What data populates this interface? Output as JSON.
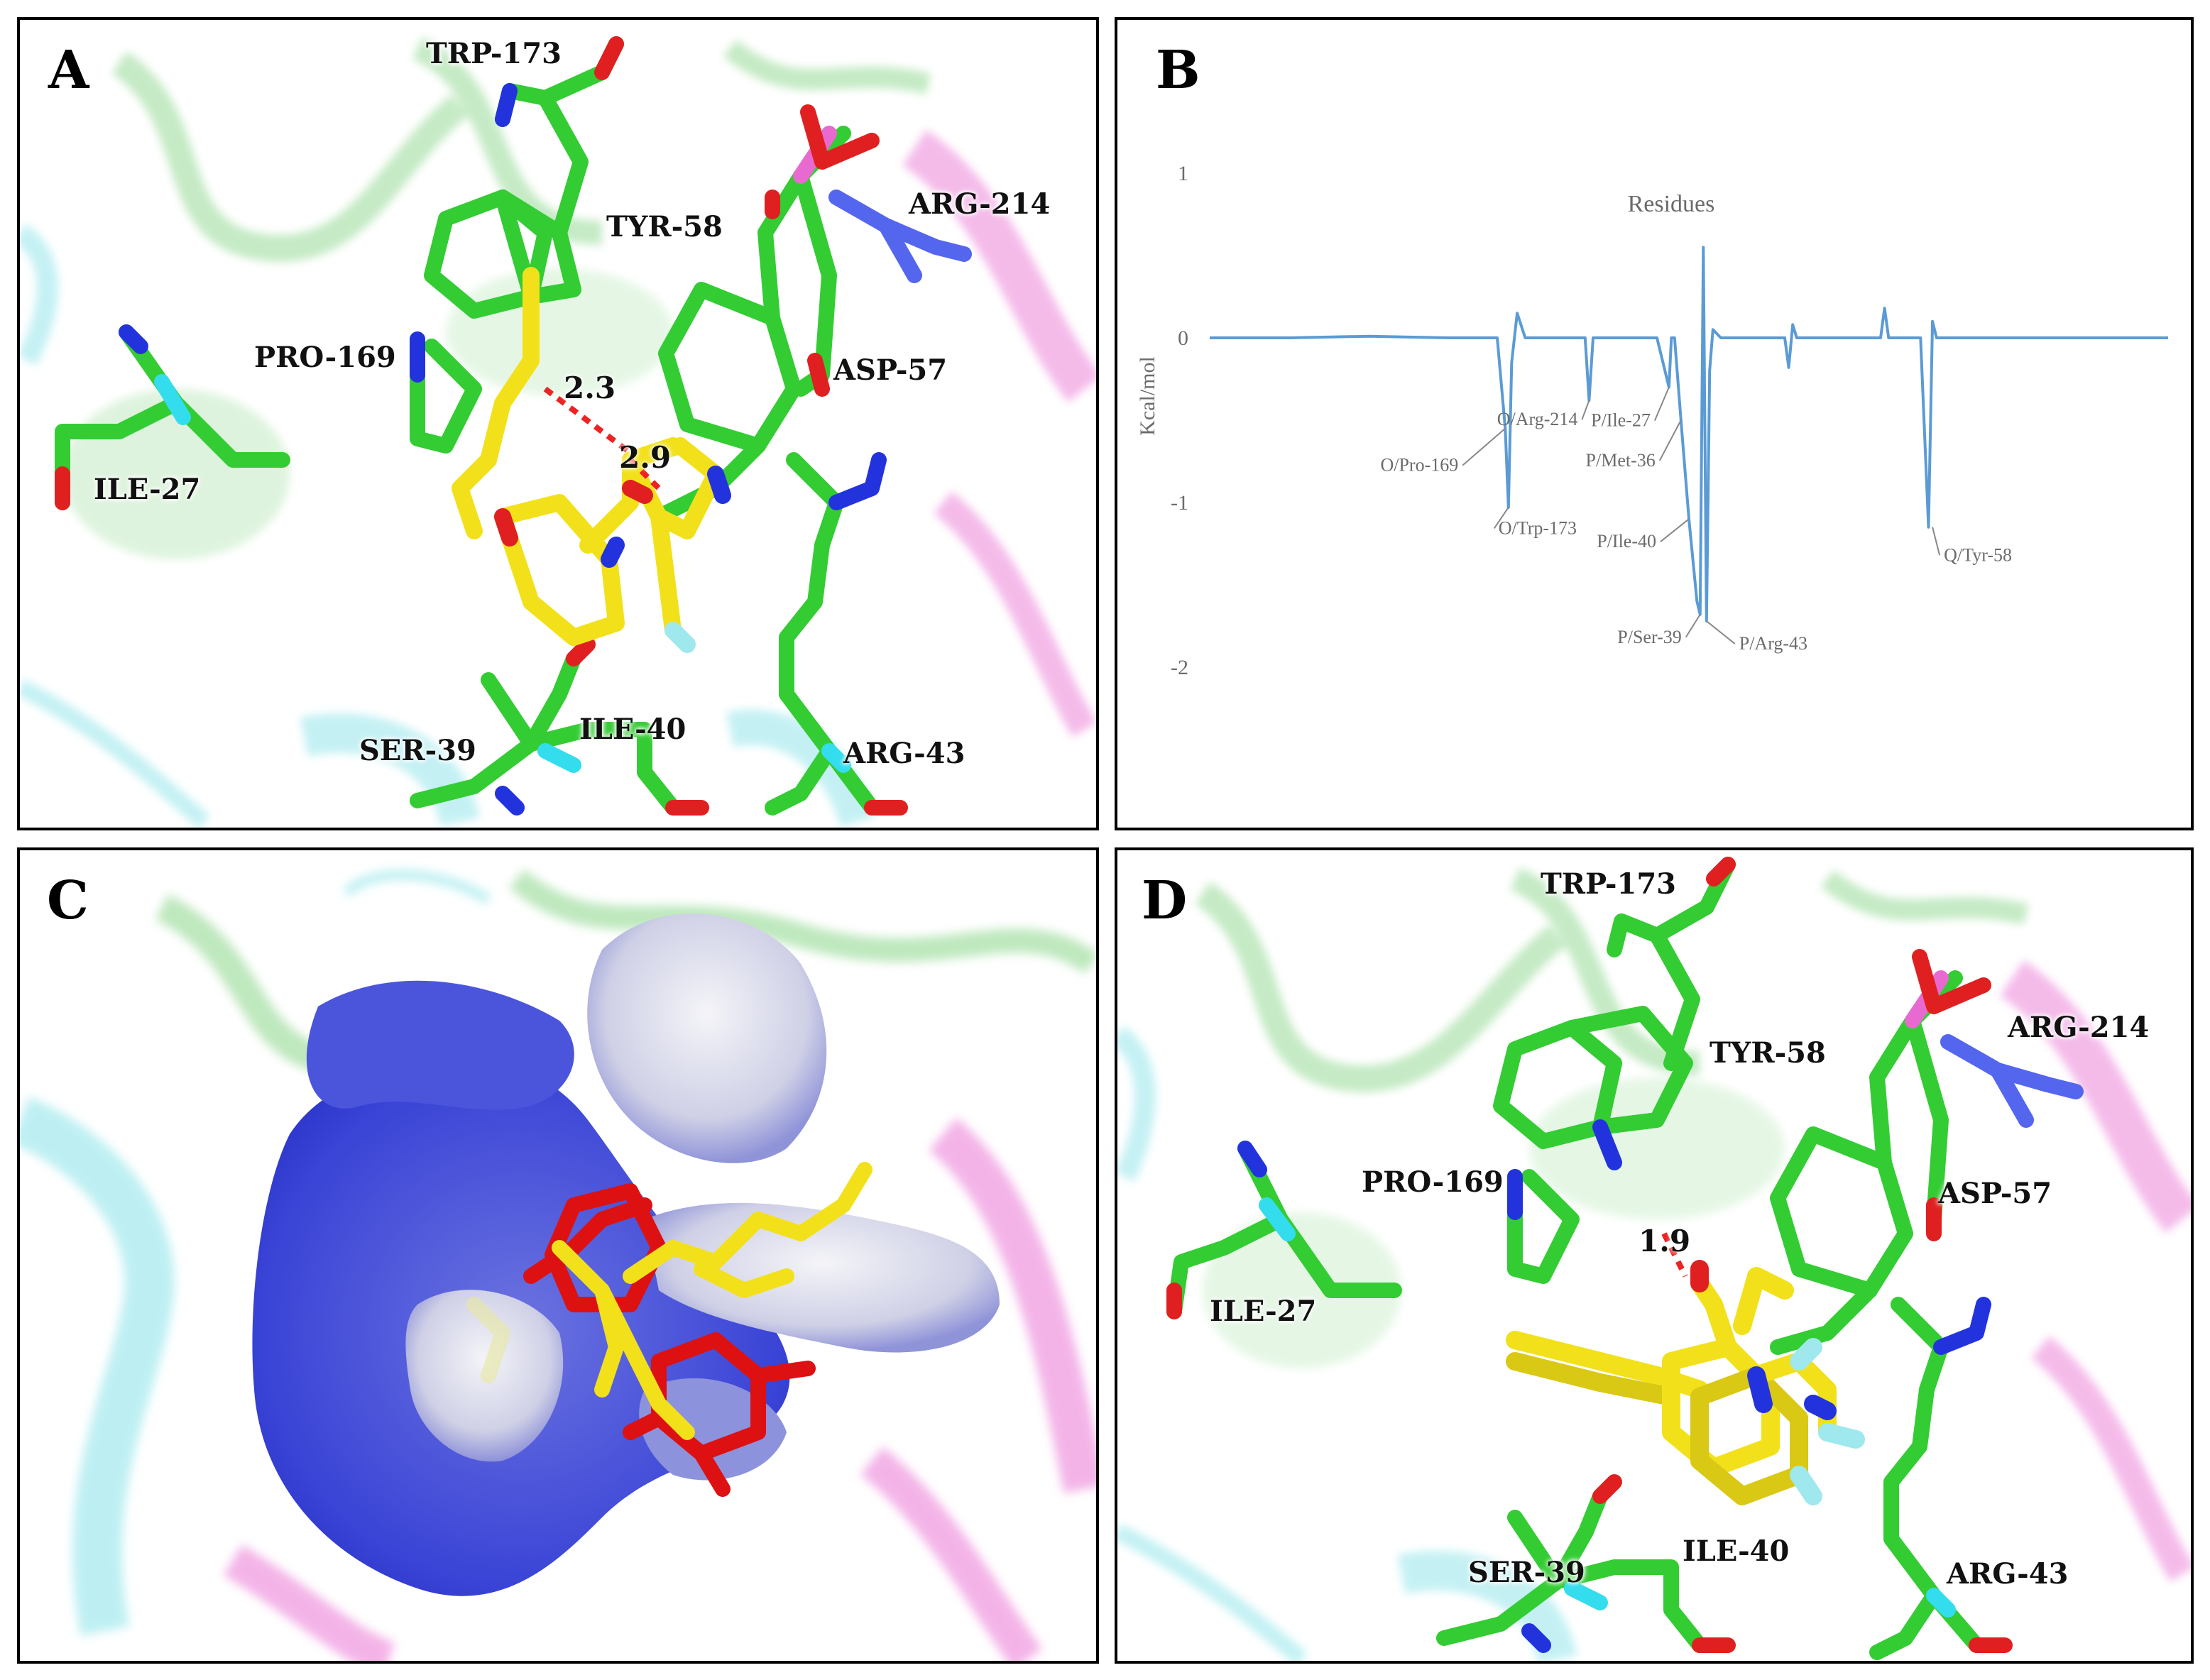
{
  "panels": {
    "a": {
      "letter": "A",
      "residues": {
        "trp173": "TRP-173",
        "tyr58": "TYR-58",
        "arg214": "ARG-214",
        "pro169": "PRO-169",
        "asp57": "ASP-57",
        "ile27": "ILE-27",
        "ser39": "SER-39",
        "ile40": "ILE-40",
        "arg43": "ARG-43"
      },
      "distances": [
        "2.3",
        "2.9"
      ]
    },
    "b": {
      "letter": "B"
    },
    "c": {
      "letter": "C"
    },
    "d": {
      "letter": "D",
      "residues": {
        "trp173": "TRP-173",
        "tyr58": "TYR-58",
        "arg214": "ARG-214",
        "pro169": "PRO-169",
        "asp57": "ASP-57",
        "ile27": "ILE-27",
        "ser39": "SER-39",
        "ile40": "ILE-40",
        "arg43": "ARG-43"
      },
      "distances": [
        "1.9"
      ]
    }
  },
  "colors": {
    "carbon_protein": "#33cc33",
    "carbon_ligand": "#f2e11a",
    "oxygen": "#e02020",
    "nitrogen": "#2233dd",
    "hydrogen": "#e8e8e8",
    "fluorine": "#9ee8ee",
    "ribbon_green": "#7fd27f",
    "ribbon_cyan": "#7ee0e6",
    "ribbon_magenta": "#e86ad0",
    "line_series": "#5b9bd5",
    "surface_blue": "#3a44d6",
    "surface_white": "#e6e6f0"
  },
  "chart_data": {
    "type": "line",
    "title": "Residues",
    "ylabel": "Kcal/mol",
    "xlabel": "",
    "ylim": [
      -2,
      1
    ],
    "yticks": [
      1,
      0,
      -1,
      -2
    ],
    "grid": false,
    "legend": "none",
    "series": [
      {
        "x": [
          0,
          100,
          200,
          300,
          360,
          370,
          374,
          378,
          385,
          395,
          470,
          475,
          480,
          485,
          560,
          575,
          578,
          582,
          590,
          600,
          610,
          614,
          618,
          622,
          626,
          630,
          640,
          720,
          725,
          730,
          735,
          840,
          845,
          850,
          890,
          900,
          905,
          910,
          920,
          1010,
          1200
        ],
        "values": [
          0.0,
          0.0,
          0.01,
          0.0,
          0.0,
          -0.55,
          -1.03,
          -0.15,
          0.15,
          0.0,
          0.0,
          -0.38,
          0.0,
          0.0,
          0.0,
          -0.3,
          0.0,
          0.0,
          -0.5,
          -1.1,
          -1.6,
          -1.68,
          0.55,
          -1.72,
          -0.2,
          0.05,
          0.0,
          0.0,
          -0.18,
          0.08,
          0.0,
          0.0,
          0.18,
          0.0,
          0.0,
          -1.15,
          0.1,
          0.0,
          0.0,
          0.0,
          0.0
        ]
      }
    ],
    "annotations": [
      {
        "text": "O/Pro-169",
        "x": 370,
        "y": -0.55
      },
      {
        "text": "O/Trp-173",
        "x": 374,
        "y": -1.03
      },
      {
        "text": "O/Arg-214",
        "x": 475,
        "y": -0.38
      },
      {
        "text": "P/Ile-27",
        "x": 575,
        "y": -0.3
      },
      {
        "text": "P/Met-36",
        "x": 590,
        "y": -0.5
      },
      {
        "text": "P/Ile-40",
        "x": 600,
        "y": -1.1
      },
      {
        "text": "P/Ser-39",
        "x": 614,
        "y": -1.68
      },
      {
        "text": "P/Arg-43",
        "x": 622,
        "y": -1.72
      },
      {
        "text": "Q/Tyr-58",
        "x": 905,
        "y": -1.15
      }
    ]
  }
}
